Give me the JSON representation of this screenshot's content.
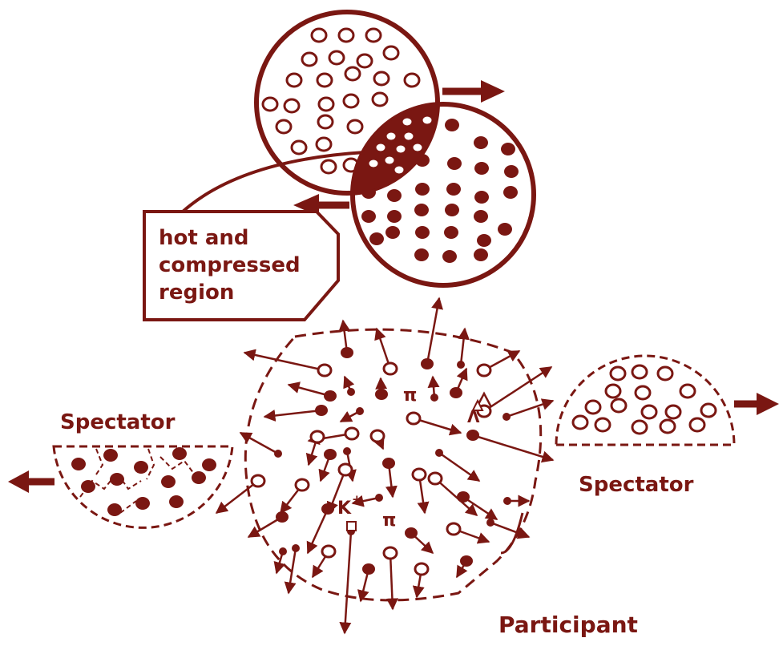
{
  "colors": {
    "ink": "#7a1712",
    "paper": "#ffffff"
  },
  "callout": {
    "line1": "hot and",
    "line2": "compressed",
    "line3": "region"
  },
  "labels": {
    "spectator_left": "Spectator",
    "spectator_right": "Spectator",
    "participant": "Participant",
    "kaon": "K",
    "kaon_charge": "+",
    "pion_top": "π",
    "pion_bottom": "π",
    "lambda": "Λ"
  }
}
